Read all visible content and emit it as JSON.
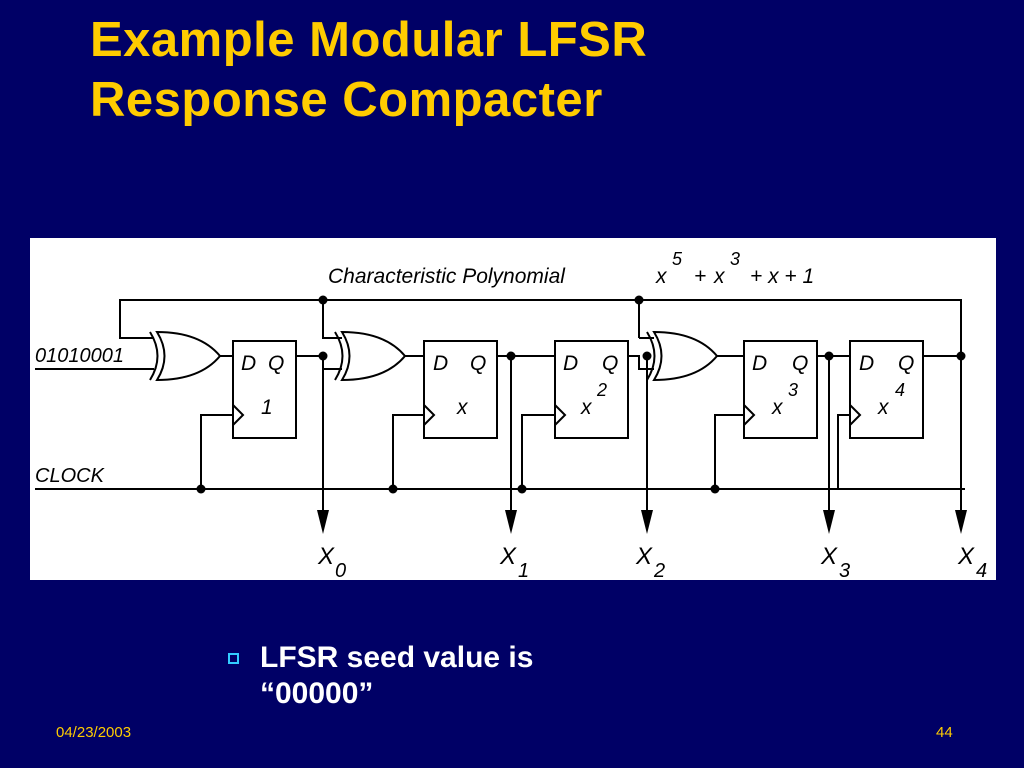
{
  "title": {
    "line1": "Example Modular LFSR",
    "line2": "Response Compacter"
  },
  "diagram": {
    "heading": "Characteristic  Polynomial",
    "polynomial": {
      "x": "x",
      "exp5": "5",
      "plus1": "+",
      "exp3": "3",
      "plus2": "+ x + 1"
    },
    "input_bits": "01010001",
    "clock_label": "CLOCK",
    "flip_flops": [
      {
        "d": "D",
        "q": "Q",
        "label_base": "1",
        "label_exp": ""
      },
      {
        "d": "D",
        "q": "Q",
        "label_base": "x",
        "label_exp": ""
      },
      {
        "d": "D",
        "q": "Q",
        "label_base": "x",
        "label_exp": "2"
      },
      {
        "d": "D",
        "q": "Q",
        "label_base": "x",
        "label_exp": "3"
      },
      {
        "d": "D",
        "q": "Q",
        "label_base": "x",
        "label_exp": "4"
      }
    ],
    "outputs": [
      {
        "base": "X",
        "sub": "0"
      },
      {
        "base": "X",
        "sub": "1"
      },
      {
        "base": "X",
        "sub": "2"
      },
      {
        "base": "X",
        "sub": "3"
      },
      {
        "base": "X",
        "sub": "4"
      }
    ]
  },
  "bullet": {
    "line1": "LFSR seed value is",
    "line2": "“00000”"
  },
  "footer": {
    "date": "04/23/2003",
    "page": "44"
  }
}
